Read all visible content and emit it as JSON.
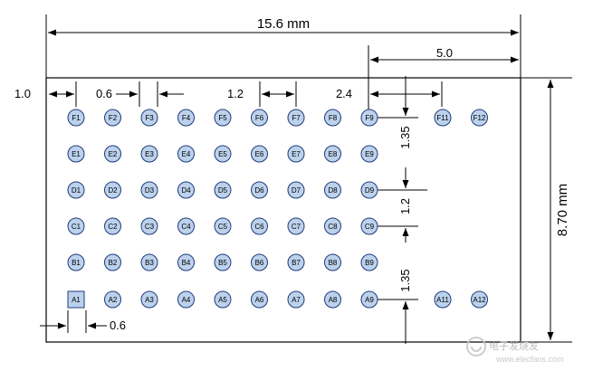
{
  "dimensions": {
    "overall_width": "15.6 mm",
    "overall_height": "8.70 mm",
    "right_offset": "5.0",
    "left_margin": "1.0",
    "pad_width_top": "0.6",
    "pitch_h": "1.2",
    "gap_h": "2.4",
    "pitch_v_top": "1.35",
    "pitch_v_mid": "1.2",
    "pitch_v_bottom": "1.35",
    "pad_width_bottom": "0.6"
  },
  "pins": [
    {
      "label": "F1",
      "col": 1,
      "row": 0,
      "shape": "circle"
    },
    {
      "label": "F2",
      "col": 2,
      "row": 0,
      "shape": "circle"
    },
    {
      "label": "F3",
      "col": 3,
      "row": 0,
      "shape": "circle"
    },
    {
      "label": "F4",
      "col": 4,
      "row": 0,
      "shape": "circle"
    },
    {
      "label": "F5",
      "col": 5,
      "row": 0,
      "shape": "circle"
    },
    {
      "label": "F6",
      "col": 6,
      "row": 0,
      "shape": "circle"
    },
    {
      "label": "F7",
      "col": 7,
      "row": 0,
      "shape": "circle"
    },
    {
      "label": "F8",
      "col": 8,
      "row": 0,
      "shape": "circle"
    },
    {
      "label": "F9",
      "col": 9,
      "row": 0,
      "shape": "circle"
    },
    {
      "label": "F11",
      "col": 11,
      "row": 0,
      "shape": "circle"
    },
    {
      "label": "F12",
      "col": 12,
      "row": 0,
      "shape": "circle"
    },
    {
      "label": "E1",
      "col": 1,
      "row": 1,
      "shape": "circle"
    },
    {
      "label": "E2",
      "col": 2,
      "row": 1,
      "shape": "circle"
    },
    {
      "label": "E3",
      "col": 3,
      "row": 1,
      "shape": "circle"
    },
    {
      "label": "E4",
      "col": 4,
      "row": 1,
      "shape": "circle"
    },
    {
      "label": "E5",
      "col": 5,
      "row": 1,
      "shape": "circle"
    },
    {
      "label": "E6",
      "col": 6,
      "row": 1,
      "shape": "circle"
    },
    {
      "label": "E7",
      "col": 7,
      "row": 1,
      "shape": "circle"
    },
    {
      "label": "E8",
      "col": 8,
      "row": 1,
      "shape": "circle"
    },
    {
      "label": "E9",
      "col": 9,
      "row": 1,
      "shape": "circle"
    },
    {
      "label": "D1",
      "col": 1,
      "row": 2,
      "shape": "circle"
    },
    {
      "label": "D2",
      "col": 2,
      "row": 2,
      "shape": "circle"
    },
    {
      "label": "D3",
      "col": 3,
      "row": 2,
      "shape": "circle"
    },
    {
      "label": "D4",
      "col": 4,
      "row": 2,
      "shape": "circle"
    },
    {
      "label": "D5",
      "col": 5,
      "row": 2,
      "shape": "circle"
    },
    {
      "label": "D6",
      "col": 6,
      "row": 2,
      "shape": "circle"
    },
    {
      "label": "D7",
      "col": 7,
      "row": 2,
      "shape": "circle"
    },
    {
      "label": "D8",
      "col": 8,
      "row": 2,
      "shape": "circle"
    },
    {
      "label": "D9",
      "col": 9,
      "row": 2,
      "shape": "circle"
    },
    {
      "label": "C1",
      "col": 1,
      "row": 3,
      "shape": "circle"
    },
    {
      "label": "C2",
      "col": 2,
      "row": 3,
      "shape": "circle"
    },
    {
      "label": "C3",
      "col": 3,
      "row": 3,
      "shape": "circle"
    },
    {
      "label": "C4",
      "col": 4,
      "row": 3,
      "shape": "circle"
    },
    {
      "label": "C5",
      "col": 5,
      "row": 3,
      "shape": "circle"
    },
    {
      "label": "C6",
      "col": 6,
      "row": 3,
      "shape": "circle"
    },
    {
      "label": "C7",
      "col": 7,
      "row": 3,
      "shape": "circle"
    },
    {
      "label": "C8",
      "col": 8,
      "row": 3,
      "shape": "circle"
    },
    {
      "label": "C9",
      "col": 9,
      "row": 3,
      "shape": "circle"
    },
    {
      "label": "B1",
      "col": 1,
      "row": 4,
      "shape": "circle"
    },
    {
      "label": "B2",
      "col": 2,
      "row": 4,
      "shape": "circle"
    },
    {
      "label": "B3",
      "col": 3,
      "row": 4,
      "shape": "circle"
    },
    {
      "label": "B4",
      "col": 4,
      "row": 4,
      "shape": "circle"
    },
    {
      "label": "B5",
      "col": 5,
      "row": 4,
      "shape": "circle"
    },
    {
      "label": "B6",
      "col": 6,
      "row": 4,
      "shape": "circle"
    },
    {
      "label": "B7",
      "col": 7,
      "row": 4,
      "shape": "circle"
    },
    {
      "label": "B8",
      "col": 8,
      "row": 4,
      "shape": "circle"
    },
    {
      "label": "B9",
      "col": 9,
      "row": 4,
      "shape": "circle"
    },
    {
      "label": "A1",
      "col": 1,
      "row": 5,
      "shape": "square"
    },
    {
      "label": "A2",
      "col": 2,
      "row": 5,
      "shape": "circle"
    },
    {
      "label": "A3",
      "col": 3,
      "row": 5,
      "shape": "circle"
    },
    {
      "label": "A4",
      "col": 4,
      "row": 5,
      "shape": "circle"
    },
    {
      "label": "A5",
      "col": 5,
      "row": 5,
      "shape": "circle"
    },
    {
      "label": "A6",
      "col": 6,
      "row": 5,
      "shape": "circle"
    },
    {
      "label": "A7",
      "col": 7,
      "row": 5,
      "shape": "circle"
    },
    {
      "label": "A8",
      "col": 8,
      "row": 5,
      "shape": "circle"
    },
    {
      "label": "A9",
      "col": 9,
      "row": 5,
      "shape": "circle"
    },
    {
      "label": "A11",
      "col": 11,
      "row": 5,
      "shape": "circle"
    },
    {
      "label": "A12",
      "col": 12,
      "row": 5,
      "shape": "circle"
    }
  ],
  "watermark": {
    "text": "电子发烧友",
    "url": "www.elecfans.com"
  },
  "colors": {
    "pad_fill": "#bcd2ec",
    "pad_stroke": "#1f3a78",
    "line": "#000000"
  }
}
